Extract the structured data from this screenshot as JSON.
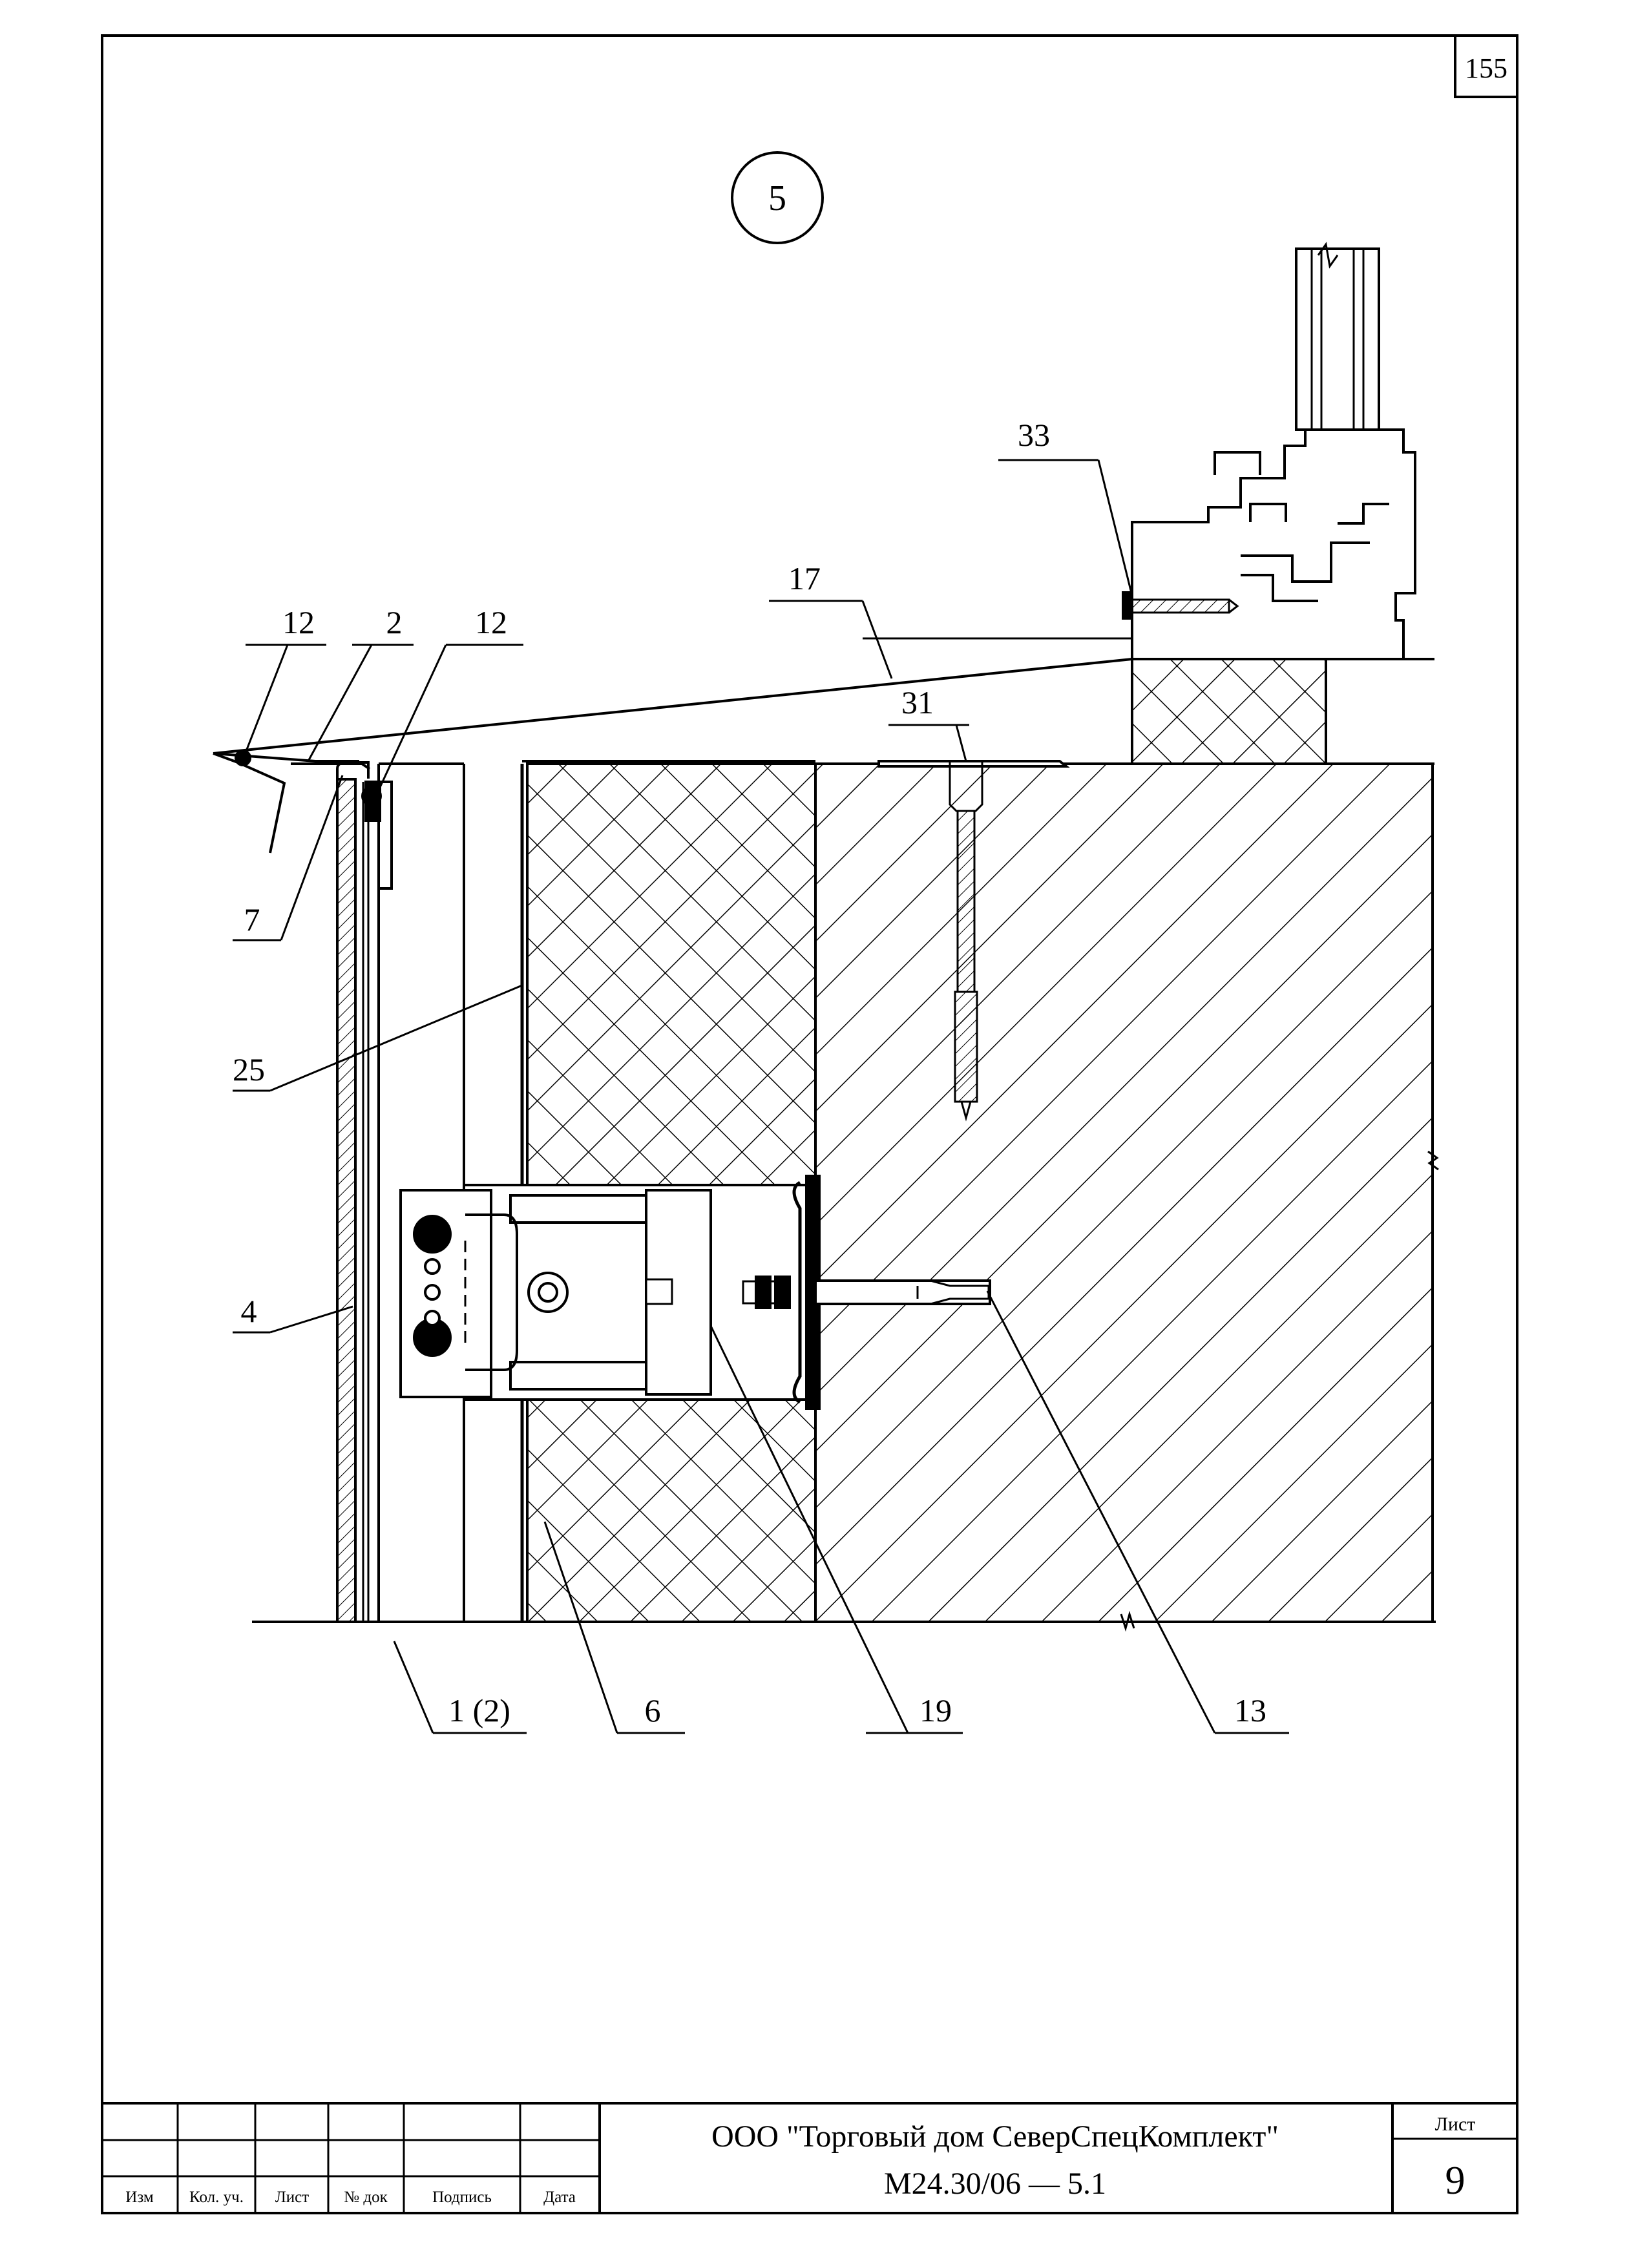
{
  "sheet": {
    "page_number": "155",
    "detail_mark": "5"
  },
  "callouts": {
    "c33": "33",
    "c17": "17",
    "c31": "31",
    "c12a": "12",
    "c2": "2",
    "c12b": "12",
    "c7": "7",
    "c25": "25",
    "c4": "4",
    "c1_2": "1 (2)",
    "c6": "6",
    "c19": "19",
    "c13": "13"
  },
  "title_block": {
    "headers": [
      "Изм",
      "Кол. уч.",
      "Лист",
      "№ док",
      "Подпись",
      "Дата"
    ],
    "organization": "ООО \"Торговый дом СеверСпецКомплект\"",
    "doc_code": "М24.30/06  —  5.1",
    "sheet_label": "Лист",
    "sheet_number": "9"
  },
  "colors": {
    "line": "#000000",
    "background": "#ffffff"
  }
}
